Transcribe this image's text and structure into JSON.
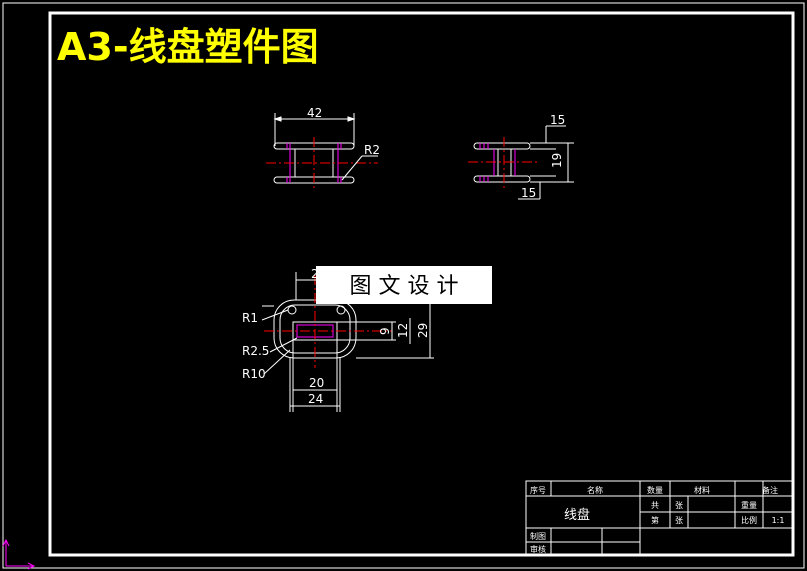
{
  "drawing": {
    "title": "A3-线盘塑件图",
    "watermark": "图 文 设 计"
  },
  "front_view": {
    "dim_width": "42",
    "dim_radius": "R2"
  },
  "side_view": {
    "dim_top": "15",
    "dim_height": "19",
    "dim_bottom": "15"
  },
  "plan_view": {
    "dim_top": "2",
    "dim_r1": "R1",
    "dim_r25": "R2.5",
    "dim_r10": "R10",
    "dim_9": "9",
    "dim_12": "12",
    "dim_29": "29",
    "dim_20": "20",
    "dim_24": "24"
  },
  "title_block": {
    "seq_no": "序号",
    "name": "名称",
    "quantity": "数量",
    "material": "材料",
    "remarks": "备注",
    "part_name": "线盘",
    "total": "共",
    "sheet": "张",
    "first": "第",
    "sheet_no": "张",
    "mass": "重量",
    "scale": "比例",
    "scale_value": "1:1",
    "drawn": "制图",
    "checked": "审核"
  },
  "colors": {
    "background": "#000000",
    "lines": "#ffffff",
    "title": "#ffff00",
    "centerline": "#ff0000",
    "hidden": "#ff00ff"
  }
}
